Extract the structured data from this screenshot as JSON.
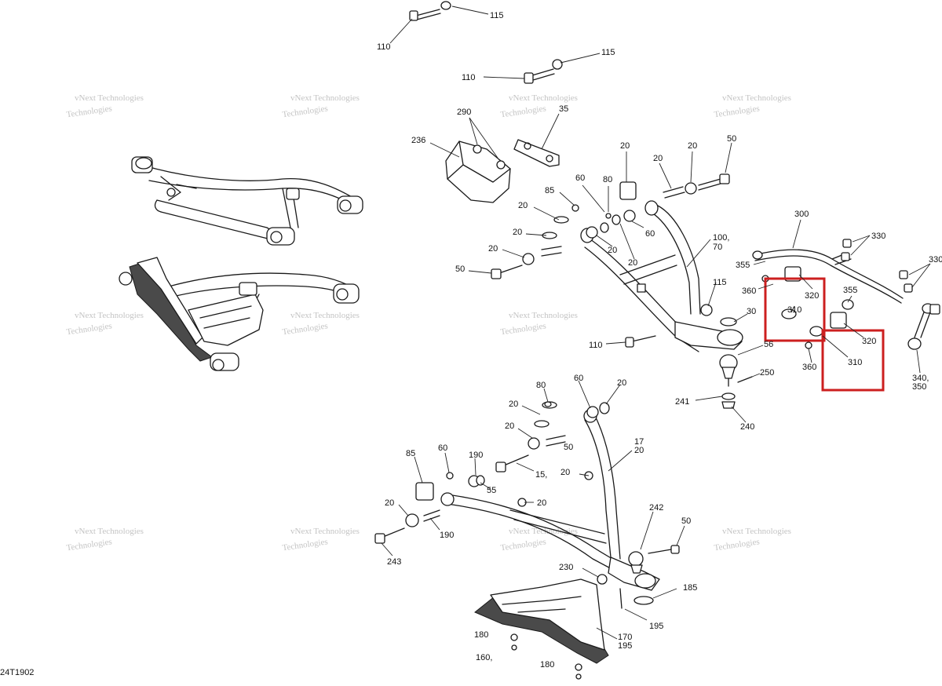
{
  "diagram_code": "24T1902",
  "watermark": {
    "line1": "vNext",
    "line2": "Technologies",
    "full": "vNext Technologies"
  },
  "highlight_color": "#cc1f1f",
  "callouts": [
    {
      "id": "c115a",
      "text": "115"
    },
    {
      "id": "c110a",
      "text": "110"
    },
    {
      "id": "c115b",
      "text": "115"
    },
    {
      "id": "c110b",
      "text": "110"
    },
    {
      "id": "c290",
      "text": "290"
    },
    {
      "id": "c35",
      "text": "35"
    },
    {
      "id": "c236",
      "text": "236"
    },
    {
      "id": "c20a",
      "text": "20"
    },
    {
      "id": "c20b",
      "text": "20"
    },
    {
      "id": "c20c",
      "text": "20"
    },
    {
      "id": "c50a",
      "text": "50"
    },
    {
      "id": "c60a",
      "text": "60"
    },
    {
      "id": "c80a",
      "text": "80"
    },
    {
      "id": "c85a",
      "text": "85"
    },
    {
      "id": "c20d",
      "text": "20"
    },
    {
      "id": "c20e",
      "text": "20"
    },
    {
      "id": "c20f",
      "text": "20"
    },
    {
      "id": "c60b",
      "text": "60"
    },
    {
      "id": "c20g",
      "text": "20"
    },
    {
      "id": "c20h",
      "text": "20"
    },
    {
      "id": "c50b",
      "text": "50"
    },
    {
      "id": "c100_70a",
      "text": "100,"
    },
    {
      "id": "c100_70b",
      "text": "70"
    },
    {
      "id": "c115c",
      "text": "115"
    },
    {
      "id": "c30",
      "text": "30"
    },
    {
      "id": "c110c",
      "text": "110"
    },
    {
      "id": "c56",
      "text": "56"
    },
    {
      "id": "c250",
      "text": "250"
    },
    {
      "id": "c241",
      "text": "241"
    },
    {
      "id": "c240",
      "text": "240"
    },
    {
      "id": "c300",
      "text": "300"
    },
    {
      "id": "c330a",
      "text": "330"
    },
    {
      "id": "c330b",
      "text": "330"
    },
    {
      "id": "c355a",
      "text": "355"
    },
    {
      "id": "c360a",
      "text": "360"
    },
    {
      "id": "c320a",
      "text": "320"
    },
    {
      "id": "c310a",
      "text": "310"
    },
    {
      "id": "c355b",
      "text": "355"
    },
    {
      "id": "c320b",
      "text": "320"
    },
    {
      "id": "c360b",
      "text": "360"
    },
    {
      "id": "c310b",
      "text": "310"
    },
    {
      "id": "c340a",
      "text": "340,"
    },
    {
      "id": "c340b",
      "text": "350"
    },
    {
      "id": "c80b",
      "text": "80"
    },
    {
      "id": "c20i",
      "text": "20"
    },
    {
      "id": "c60c",
      "text": "60"
    },
    {
      "id": "c20j",
      "text": "20"
    },
    {
      "id": "c20k",
      "text": "20"
    },
    {
      "id": "c50c",
      "text": "50"
    },
    {
      "id": "c15a",
      "text": "15,"
    },
    {
      "id": "c15b",
      "text": "17"
    },
    {
      "id": "c20l",
      "text": "20"
    },
    {
      "id": "c85b",
      "text": "85"
    },
    {
      "id": "c60d",
      "text": "60"
    },
    {
      "id": "c190a",
      "text": "190"
    },
    {
      "id": "c20m",
      "text": "20"
    },
    {
      "id": "c20n",
      "text": "20"
    },
    {
      "id": "c190b",
      "text": "190"
    },
    {
      "id": "c20o",
      "text": "20"
    },
    {
      "id": "c55",
      "text": "55"
    },
    {
      "id": "c242",
      "text": "242"
    },
    {
      "id": "c50d",
      "text": "50"
    },
    {
      "id": "c243",
      "text": "243"
    },
    {
      "id": "c230",
      "text": "230"
    },
    {
      "id": "c185",
      "text": "185"
    },
    {
      "id": "c195a",
      "text": "195"
    },
    {
      "id": "c180a",
      "text": "180"
    },
    {
      "id": "c160a",
      "text": "160,"
    },
    {
      "id": "c160b",
      "text": "170"
    },
    {
      "id": "c195b",
      "text": "195"
    },
    {
      "id": "c180b",
      "text": "180"
    }
  ]
}
